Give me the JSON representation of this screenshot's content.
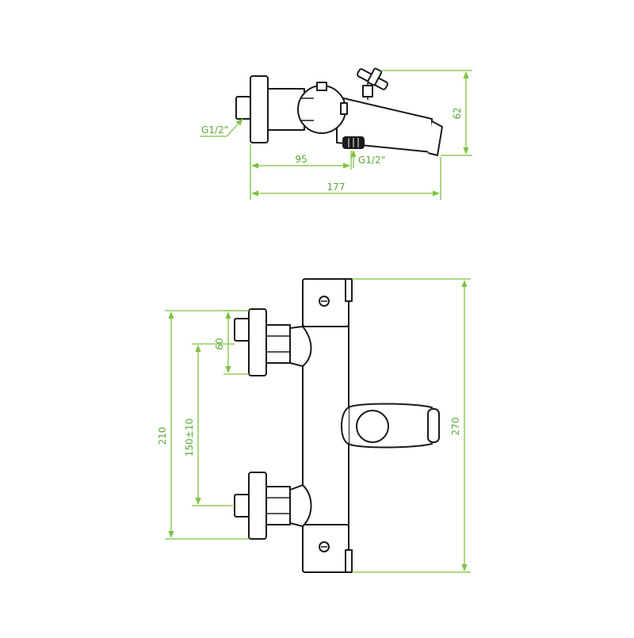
{
  "colors": {
    "dimension": "#7cc242",
    "dimension_text": "#5aa83a",
    "outline": "#1a1a1a",
    "background": "#ffffff"
  },
  "top_view": {
    "thread_inlet_label": "G1/2\"",
    "thread_outlet_label": "G1/2\"",
    "dim_depth_label": "95",
    "dim_length_label": "177",
    "dim_height_label": "62"
  },
  "front_view": {
    "dim_eccentric_label": "60",
    "dim_centers_label": "150±10",
    "dim_inlets_span_label": "210",
    "dim_total_height_label": "270"
  }
}
